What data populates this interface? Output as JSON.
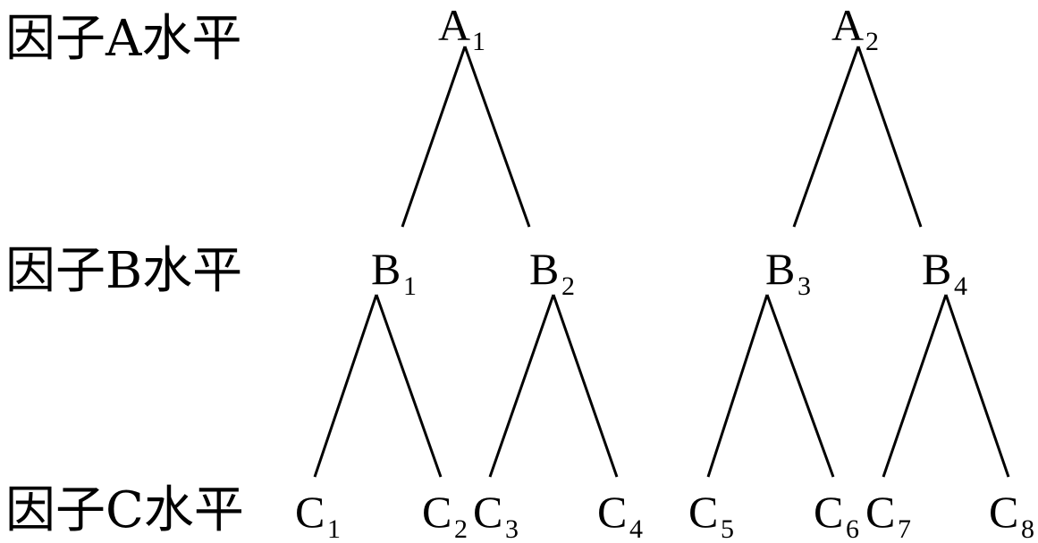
{
  "row_labels": {
    "a": "因子A水平",
    "b": "因子B水平",
    "c": "因子C水平"
  },
  "nodes": {
    "a1": {
      "letter": "A",
      "sub": "1"
    },
    "a2": {
      "letter": "A",
      "sub": "2"
    },
    "b1": {
      "letter": "B",
      "sub": "1"
    },
    "b2": {
      "letter": "B",
      "sub": "2"
    },
    "b3": {
      "letter": "B",
      "sub": "3"
    },
    "b4": {
      "letter": "B",
      "sub": "4"
    },
    "c1": {
      "letter": "C",
      "sub": "1"
    },
    "c2": {
      "letter": "C",
      "sub": "2"
    },
    "c3": {
      "letter": "C",
      "sub": "3"
    },
    "c4": {
      "letter": "C",
      "sub": "4"
    },
    "c5": {
      "letter": "C",
      "sub": "5"
    },
    "c6": {
      "letter": "C",
      "sub": "6"
    },
    "c7": {
      "letter": "C",
      "sub": "7"
    },
    "c8": {
      "letter": "C",
      "sub": "8"
    }
  },
  "edges": [
    {
      "from": "a1",
      "to": "b1"
    },
    {
      "from": "a1",
      "to": "b2"
    },
    {
      "from": "a2",
      "to": "b3"
    },
    {
      "from": "a2",
      "to": "b4"
    },
    {
      "from": "b1",
      "to": "c1"
    },
    {
      "from": "b1",
      "to": "c2"
    },
    {
      "from": "b2",
      "to": "c3"
    },
    {
      "from": "b2",
      "to": "c4"
    },
    {
      "from": "b3",
      "to": "c5"
    },
    {
      "from": "b3",
      "to": "c6"
    },
    {
      "from": "b4",
      "to": "c7"
    },
    {
      "from": "b4",
      "to": "c8"
    }
  ]
}
